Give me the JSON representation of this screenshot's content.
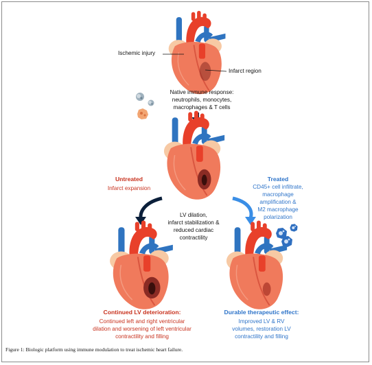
{
  "labels": {
    "ischemic_injury": "Ischemic injury",
    "infarct_region": "Infarct region",
    "immune_title": "Native immune response:",
    "immune_line2": "neutrophils, monocytes,",
    "immune_line3": "macrophages & T cells",
    "untreated_title": "Untreated",
    "untreated_sub": "Infarct expansion",
    "treated_title": "Treated",
    "treated_line1": "CD45+ cell infiltrate,",
    "treated_line2": "macrophage",
    "treated_line3": "amplification &",
    "treated_line4": "M2 macrophage",
    "treated_line5": "polarization",
    "center_line1": "LV dilation,",
    "center_line2": "infarct stabilization &",
    "center_line3": "reduced cardiac",
    "center_line4": "contractility",
    "left_result_title": "Continued LV deterioration:",
    "left_result_line1": "Continued left and right ventricular",
    "left_result_line2": "dilation and worsening of left ventricular",
    "left_result_line3": "contractility and filling",
    "right_result_title": "Durable therapeutic effect:",
    "right_result_line1": "Improved LV & RV",
    "right_result_line2": "volumes, restoration LV",
    "right_result_line3": "contractility and filling"
  },
  "caption": "Figure 1: Biologic platform using immune modulation to treat ischemic heart failure.",
  "colors": {
    "heart": "#f07a5c",
    "heart_dark": "#d9553f",
    "atrium": "#f7c9a4",
    "aorta": "#e8402a",
    "vessel_blue": "#2f74c0",
    "infarct": "#8a2b24",
    "untreated_red": "#c8321e",
    "treated_blue": "#2e74c9",
    "arrow_dark": "#0b1f3a",
    "arrow_blue": "#3a8ee6"
  }
}
